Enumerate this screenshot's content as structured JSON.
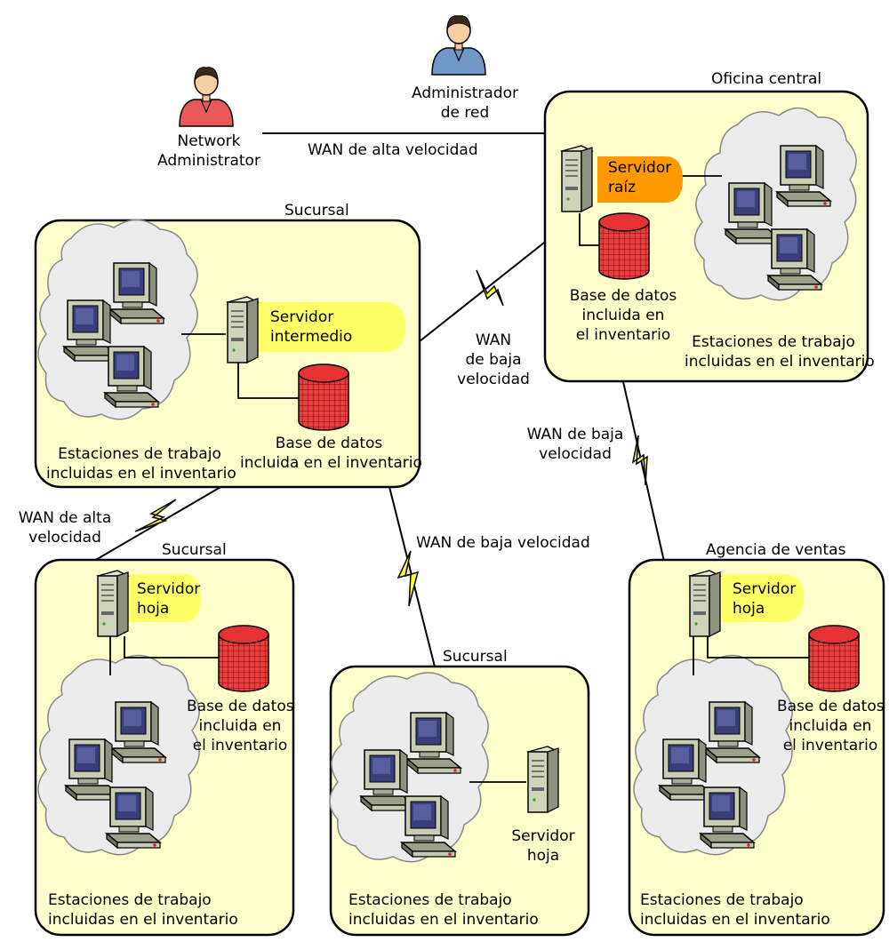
{
  "people": {
    "network_admin": "Network\nAdministrator",
    "admin_red": "Administrador\nde red"
  },
  "links": {
    "wan_high_top": "WAN de alta velocidad",
    "wan_low_mid": "WAN\nde baja\nvelocidad",
    "wan_low_right": "WAN de baja\nvelocidad",
    "wan_high_left": "WAN de alta\nvelocidad",
    "wan_low_center": "WAN de baja velocidad"
  },
  "sites": {
    "central": {
      "title": "Oficina central",
      "server": "Servidor\nraíz",
      "db": "Base de datos\nincluida en\nel inventario",
      "workstations": "Estaciones de trabajo\nincluidas en el inventario"
    },
    "branch_top": {
      "title": "Sucursal",
      "server": "Servidor\nintermedio",
      "db": "Base de datos\nincluida en el inventario",
      "workstations": "Estaciones de trabajo\nincluidas en el inventario"
    },
    "branch_left": {
      "title": "Sucursal",
      "server": "Servidor\nhoja",
      "db": "Base de datos\nincluida en\nel inventario",
      "workstations": "Estaciones de trabajo\nincluidas en el inventario"
    },
    "branch_mid": {
      "title": "Sucursal",
      "server": "Servidor\nhoja",
      "workstations": "Estaciones de trabajo\nincluidas en el inventario"
    },
    "sales": {
      "title": "Agencia de ventas",
      "server": "Servidor\nhoja",
      "db": "Base de datos\nincluida en\nel inventario",
      "workstations": "Estaciones de trabajo\nincluidas en el inventario"
    }
  },
  "colors": {
    "box_fill": "#ffffcc",
    "cloud_fill": "#ececec",
    "pill_yellow": "#ffff66",
    "pill_orange": "#ff9900",
    "db_red": "#e03030",
    "lightning": "#ffff33"
  }
}
